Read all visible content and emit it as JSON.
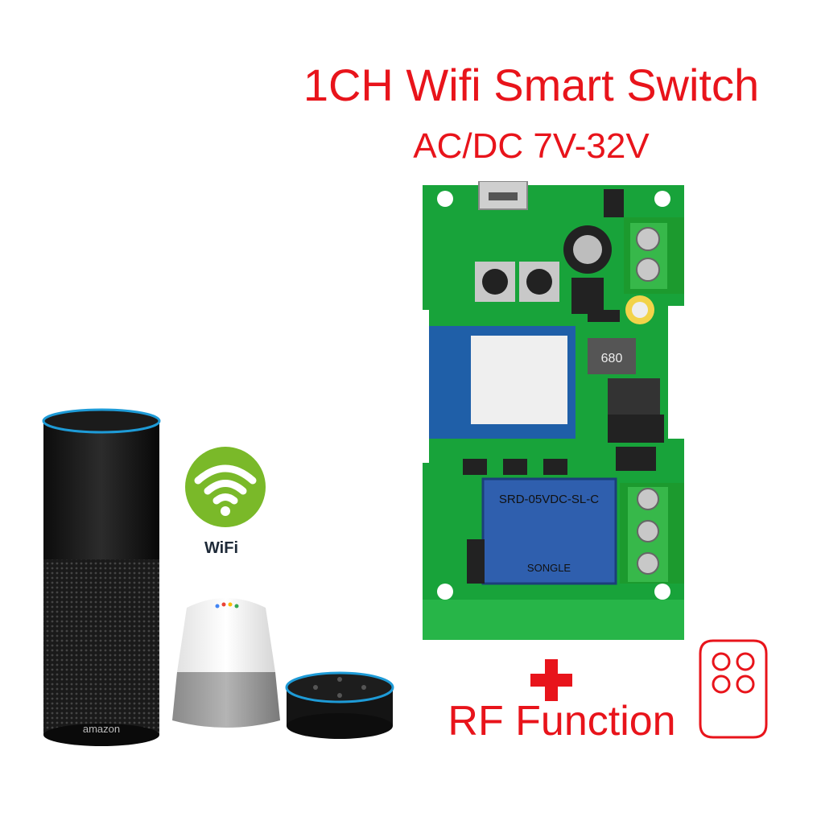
{
  "header": {
    "title": "1CH Wifi Smart Switch",
    "subtitle": "AC/DC 7V-32V"
  },
  "feature": {
    "plus_symbol": "+",
    "rf_label": "RF Function"
  },
  "badges": {
    "wifi_label": "WiFi",
    "amazon_brand": "amazon"
  },
  "board": {
    "relay_model": "SRD-05VDC-SL-C",
    "relay_brand": "SONGLE",
    "inductor_code": "680"
  },
  "colors": {
    "accent_red": "#e8141b",
    "pcb_green": "#18a33a",
    "wifi_green": "#7ab929",
    "echo_ring_blue": "#1e9bd7"
  },
  "icons": [
    "wifi-icon",
    "remote-control-icon",
    "plus-icon"
  ]
}
